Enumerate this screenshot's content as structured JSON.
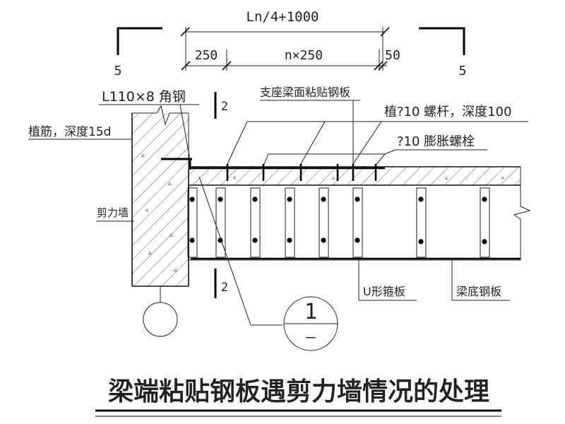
{
  "drawing": {
    "title": "梁端粘贴钢板遇剪力墙情况的处理",
    "dimensions": {
      "overall": "Ln/4+1000",
      "left": "250",
      "middle": "n×250",
      "right": "50"
    },
    "section_marks": {
      "top_left": "5",
      "top_right": "5",
      "upper_cut": "2",
      "lower_cut": "2"
    },
    "labels": {
      "angle_steel": "L110×8 角钢",
      "rebar_embed": "植筋，深度15d",
      "support_plate": "支座梁面粘贴钢板",
      "anchor_rod": "植?10 螺杆，深度100",
      "expansion_bolt": "?10 膨胀螺栓",
      "shear_wall": "剪力墙",
      "u_hoop": "U形箍板",
      "bottom_plate": "梁底钢板"
    },
    "detail_callout": {
      "number": "1",
      "sub": "—"
    }
  }
}
